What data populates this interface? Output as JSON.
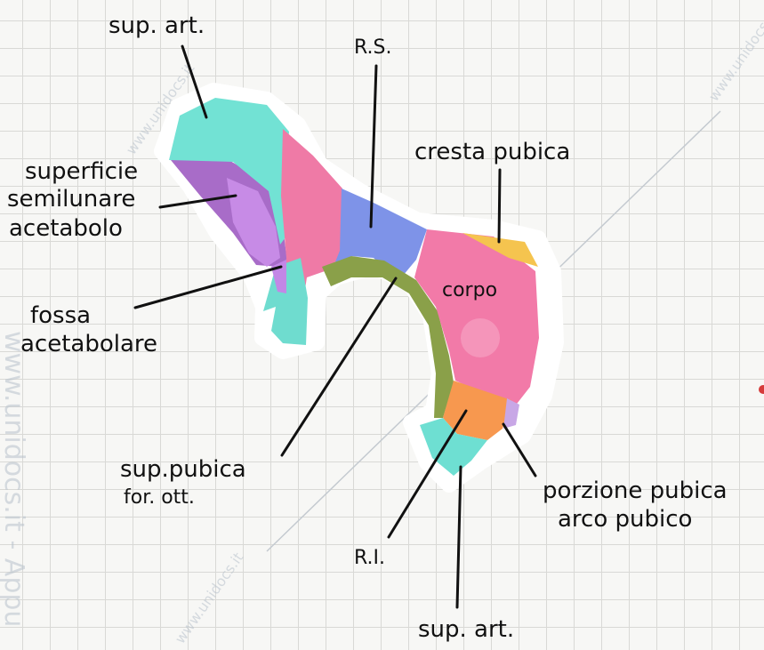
{
  "labels": {
    "sup_art_top": "sup. art.",
    "rs": "R.S.",
    "cresta_pubica": "cresta pubica",
    "superficie_1": "superficie",
    "superficie_2": "semilunare",
    "superficie_3": "acetabolo",
    "fossa_1": "fossa",
    "fossa_2": "acetabolare",
    "corpo": "corpo",
    "sup_pubica_1": "sup.pubica",
    "sup_pubica_2": "for. ott.",
    "porzione_1": "porzione pubica",
    "porzione_2": "arco pubico",
    "ri": "R.I.",
    "sup_art_bottom": "sup. art."
  },
  "watermarks": {
    "side": "www.unidocs.it  -  Appu",
    "diag": "www.unidocs.it"
  },
  "colors": {
    "teal": "#6fe0d2",
    "pink": "#f27aa8",
    "blue": "#7e92e8",
    "olive": "#8fa24a",
    "orange": "#f79a52",
    "yellow": "#f6c34f",
    "purple": "#b66ad6",
    "lavender": "#c9a6e8"
  }
}
